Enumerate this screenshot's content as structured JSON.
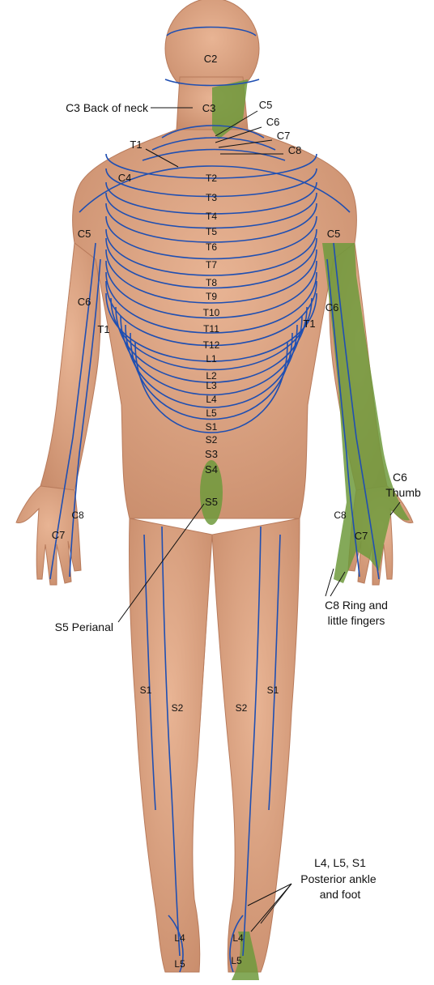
{
  "colors": {
    "skin": "#d9a07e",
    "skin_shade": "#c2876a",
    "dermatome_line": "#1f4fb2",
    "highlight": "#6e9a3c",
    "text": "#111111"
  },
  "callouts": {
    "c3_back_neck": "C3 Back of neck",
    "c6_thumb_1": "C6",
    "c6_thumb_2": "Thumb",
    "c8_ring_1": "C8 Ring and",
    "c8_ring_2": "little fingers",
    "s5_perianal": "S5 Perianal",
    "l4l5s1_1": "L4, L5, S1",
    "l4l5s1_2": "Posterior ankle",
    "l4l5s1_3": "and foot"
  },
  "labels": {
    "c2": "C2",
    "c3": "C3",
    "c4": "C4",
    "c5_neck": "C5",
    "c6_neck": "C6",
    "c7_neck": "C7",
    "c8_neck": "C8",
    "t1_shoulder": "T1",
    "spine": [
      "T2",
      "T3",
      "T4",
      "T5",
      "T6",
      "T7",
      "T8",
      "T9",
      "T10",
      "T11",
      "T12",
      "L1",
      "L2",
      "L3",
      "L4",
      "L5",
      "S1",
      "S2",
      "S3",
      "S4",
      "S5"
    ],
    "left_arm": {
      "c5": "C5",
      "c6": "C6",
      "t1": "T1",
      "c7": "C7",
      "c8": "C8"
    },
    "right_arm": {
      "c5": "C5",
      "c6": "C6",
      "t1": "T1",
      "c7": "C7",
      "c8": "C8"
    },
    "legs": {
      "s1_left": "S1",
      "s2_left": "S2",
      "s2_right": "S2",
      "s1_right": "S1",
      "l4_left": "L4",
      "l5_left": "L5",
      "l4_right": "L4",
      "l5_right": "L5"
    }
  }
}
